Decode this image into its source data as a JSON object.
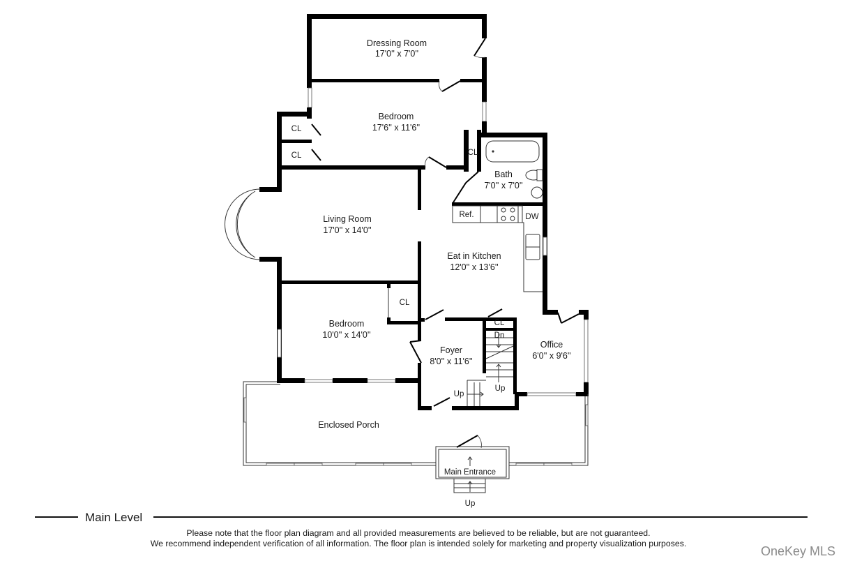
{
  "floor_plan": {
    "level": "Main Level",
    "rooms": [
      {
        "name": "Dressing Room",
        "dimensions": "17'0'' x 7'0''"
      },
      {
        "name": "Bedroom",
        "dimensions": "17'6'' x 11'6''"
      },
      {
        "name": "Bath",
        "dimensions": "7'0'' x 7'0''"
      },
      {
        "name": "Living Room",
        "dimensions": "17'0'' x 14'0''"
      },
      {
        "name": "Eat in Kitchen",
        "dimensions": "12'0'' x 13'6''"
      },
      {
        "name": "Bedroom",
        "dimensions": "10'0'' x 14'0''"
      },
      {
        "name": "Foyer",
        "dimensions": "8'0'' x 11'6''"
      },
      {
        "name": "Office",
        "dimensions": "6'0'' x 9'6''"
      },
      {
        "name": "Enclosed Porch",
        "dimensions": ""
      },
      {
        "name": "Main Entrance",
        "dimensions": ""
      }
    ],
    "fixtures": {
      "closet": "CL",
      "refrigerator": "Ref.",
      "dishwasher": "DW",
      "stairs_down": "Dn",
      "stairs_up": "Up"
    }
  },
  "footer": {
    "disclaimer_line1": "Please note that the floor plan diagram and all provided measurements are believed to be reliable, but are not guaranteed.",
    "disclaimer_line2": "We recommend independent verification of all information. The floor plan is intended solely for marketing and property visualization purposes.",
    "watermark": "OneKey MLS"
  }
}
